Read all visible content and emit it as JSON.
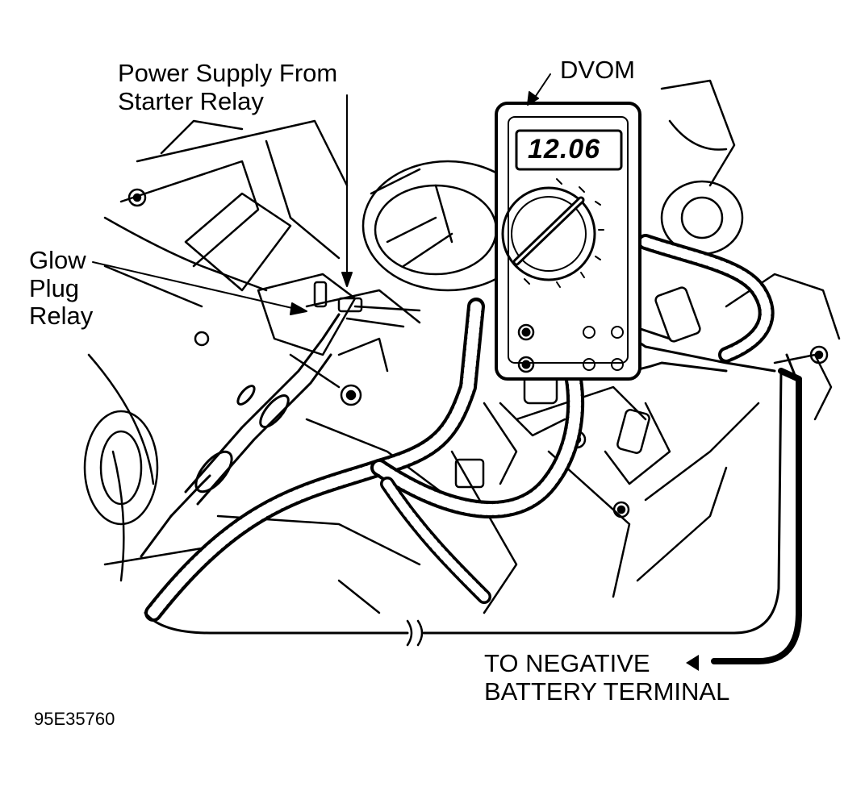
{
  "labels": {
    "power_supply": [
      "Power Supply From",
      "Starter Relay"
    ],
    "dvom": "DVOM",
    "glow_plug_relay": [
      "Glow",
      "Plug",
      "Relay"
    ],
    "negative_terminal": [
      "TO NEGATIVE",
      "BATTERY TERMINAL"
    ],
    "figure_id": "95E35760"
  },
  "meter": {
    "display_reading": "12.06"
  },
  "colors": {
    "ink": "#000000",
    "paper": "#ffffff"
  }
}
